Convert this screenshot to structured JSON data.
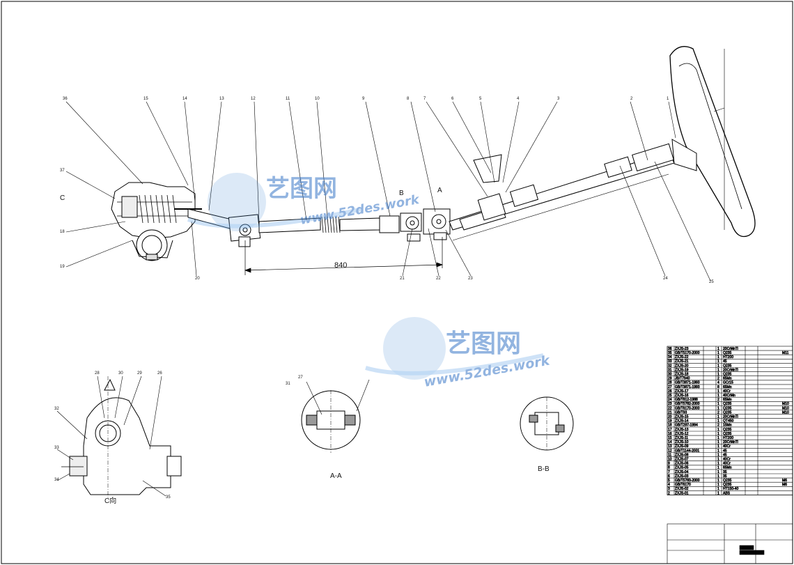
{
  "watermark": {
    "brand": "艺图网",
    "site": "www.52des.work"
  },
  "callouts_top": [
    "36",
    "15",
    "14",
    "13",
    "12",
    "11",
    "10",
    "9",
    "8",
    "7",
    "6",
    "5",
    "4",
    "3",
    "2",
    "1"
  ],
  "callouts_left": [
    "37",
    "C",
    "18",
    "19"
  ],
  "callouts_bottom": [
    "20",
    "21",
    "22",
    "23",
    "24",
    "25"
  ],
  "dimension_840": "840",
  "section_markers": {
    "a": "A",
    "b": "B"
  },
  "views": {
    "c_view": "C向",
    "aa": "A-A",
    "bb": "B-B"
  },
  "c_view_callouts": [
    "28",
    "30",
    "29",
    "26",
    "32",
    "33",
    "34",
    "35"
  ],
  "aa_callouts": [
    "31",
    "27"
  ],
  "bom": {
    "rows": [
      [
        "36",
        "ZXJS-23",
        "",
        "1",
        "20CrMnTi",
        ""
      ],
      [
        "35",
        "GB/T5170-2000",
        "",
        "1",
        "Q235",
        "M11"
      ],
      [
        "34",
        "ZXJS-22",
        "",
        "1",
        "HT200",
        ""
      ],
      [
        "33",
        "ZXJS-21",
        "",
        "1",
        "45",
        ""
      ],
      [
        "32",
        "ZXJS-20",
        "",
        "1",
        "Q235",
        ""
      ],
      [
        "31",
        "ZXJS-19",
        "",
        "1",
        "20CrMnTi",
        ""
      ],
      [
        "30",
        "ZXJS-18",
        "",
        "1",
        "Q235",
        ""
      ],
      [
        "29",
        "JB/T7940",
        "",
        "2",
        "65Mn",
        ""
      ],
      [
        "28",
        "GB/T3871-1993",
        "",
        "4",
        "GCr15",
        ""
      ],
      [
        "27",
        "GB/T3871-1993",
        "",
        "8",
        "65Mn",
        ""
      ],
      [
        "26",
        "ZXJS-17",
        "",
        "1",
        "40Cr",
        ""
      ],
      [
        "25",
        "ZXJS-16",
        "",
        "1",
        "40CrMn",
        ""
      ],
      [
        "24",
        "GB/T812-1988",
        "",
        "2",
        "65Mn",
        ""
      ],
      [
        "23",
        "GB/T5782-2000",
        "",
        "1",
        "Q235",
        "M10"
      ],
      [
        "22",
        "GB/T6170-2000",
        "",
        "1",
        "Q235",
        "M10"
      ],
      [
        "21",
        "GB/T93",
        "",
        "2",
        "Q235",
        "M10"
      ],
      [
        "20",
        "ZXJS-15",
        "",
        "1",
        "20CrMnTi",
        ""
      ],
      [
        "19",
        "ZXJS-14",
        "",
        "1",
        "QT450",
        ""
      ],
      [
        "18",
        "GB/T297-1994",
        "",
        "2",
        "15Mn",
        ""
      ],
      [
        "17",
        "ZXJS-13",
        "",
        "1",
        "Q235",
        ""
      ],
      [
        "16",
        "ZXJS-12",
        "",
        "1",
        "Q235",
        ""
      ],
      [
        "15",
        "ZXJS-11",
        "",
        "1",
        "HT200",
        ""
      ],
      [
        "14",
        "ZXJS-10",
        "",
        "1",
        "20CrMnTi",
        ""
      ],
      [
        "13",
        "ZXJS-09",
        "",
        "1",
        "40Cr",
        ""
      ],
      [
        "12",
        "GB/T1144-2001",
        "",
        "1",
        "45",
        ""
      ],
      [
        "11",
        "ZXJS-08",
        "",
        "1",
        "45",
        ""
      ],
      [
        "10",
        "ZXJS-07",
        "",
        "1",
        "40Cr",
        ""
      ],
      [
        "9",
        "ZXJS-06",
        "",
        "1",
        "40Cr",
        ""
      ],
      [
        "8",
        "ZXJS-05",
        "",
        "1",
        "65Mn",
        ""
      ],
      [
        "7",
        "ZXJS-04",
        "",
        "1",
        "35",
        ""
      ],
      [
        "6",
        "ZXJS-03",
        "",
        "1",
        "35",
        ""
      ],
      [
        "5",
        "GB/T5783-2000",
        "",
        "1",
        "Q235",
        "M6"
      ],
      [
        "4",
        "GB/T6170",
        "",
        "1",
        "Q235",
        "M6"
      ],
      [
        "3",
        "ZXJS-02",
        "",
        "1",
        "HT150-40",
        ""
      ],
      [
        "2",
        "ZXJS-01",
        "",
        "1",
        "ABS",
        ""
      ]
    ]
  }
}
